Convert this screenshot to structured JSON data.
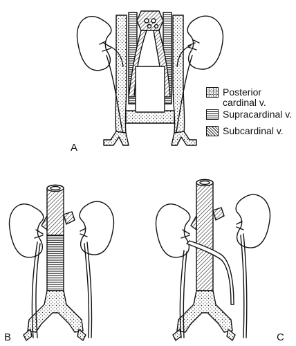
{
  "panels": [
    {
      "label": "A"
    },
    {
      "label": "B"
    },
    {
      "label": "C"
    }
  ],
  "legend": [
    {
      "text": "Posterior\ncardinal v.",
      "pattern": "dots"
    },
    {
      "text": "Supracardinal v.",
      "pattern": "horizontal-lines"
    },
    {
      "text": "Subcardinal v.",
      "pattern": "diagonal-hatch"
    }
  ],
  "colors": {
    "ink": "#111111",
    "paper": "#ffffff"
  }
}
